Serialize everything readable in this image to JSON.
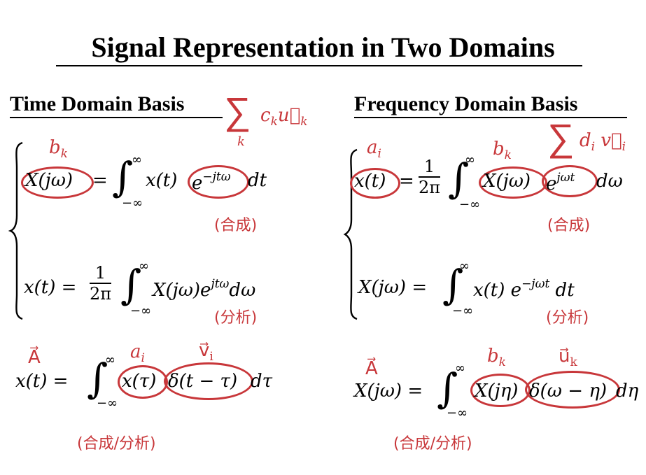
{
  "title": "Signal Representation in Two Domains",
  "time_domain": {
    "heading": "Time Domain Basis",
    "sum_symbol": "∑",
    "sum_expr": "c",
    "sum_sub": "k",
    "sum_vec": "u⃗",
    "sum_vec_sub": "k",
    "sum_index": "k",
    "label_bk": "b",
    "label_bk_sub": "k",
    "eq1_lhs": "X(jω)",
    "eq1_rest": "= ",
    "eq1_fx": "x(t)",
    "eq1_kernel": "e",
    "eq1_kernel_sup": "−jtω",
    "eq1_dt": "dt",
    "eq1_note": "(合成)",
    "eq2_lhs": "x(t) = ",
    "eq2_num": "1",
    "eq2_den": "2π",
    "eq2_body": "X(jω)e",
    "eq2_sup": "jtω",
    "eq2_end": "dω",
    "eq2_note": "(分析)",
    "eq3_vecA": "A⃗",
    "eq3_lhs": "x(t) = ",
    "eq3_label_ai": "a",
    "eq3_label_ai_sub": "i",
    "eq3_label_vi": "v⃗",
    "eq3_label_vi_sub": "i",
    "eq3_term1": "x(τ)",
    "eq3_term2": "δ(t − τ)",
    "eq3_end": "dτ",
    "eq3_note": "(合成/分析)"
  },
  "freq_domain": {
    "heading": "Frequency Domain Basis",
    "sum_symbol": "∑",
    "sum_expr": "d",
    "sum_sub": "i",
    "sum_vec": "v⃗",
    "sum_vec_sub": "i",
    "label_ai": "a",
    "label_ai_sub": "i",
    "label_bk": "b",
    "label_bk_sub": "k",
    "eq1_lhs": "x(t)",
    "eq1_eq": "=",
    "eq1_num": "1",
    "eq1_den": "2π",
    "eq1_term": "X(jω)",
    "eq1_kernel": "e",
    "eq1_kernel_sup": "jωt",
    "eq1_end": "dω",
    "eq1_note": "(合成)",
    "eq2_lhs": "X(jω) = ",
    "eq2_body": "x(t) e",
    "eq2_sup": "−jωt",
    "eq2_end": "dt",
    "eq2_note": "(分析)",
    "eq3_vecA": "A⃗",
    "eq3_lhs": "X(jω) = ",
    "eq3_label_bk": "b",
    "eq3_label_bk_sub": "k",
    "eq3_label_uk": "u⃗",
    "eq3_label_uk_sub": "k",
    "eq3_term1": "X(jη)",
    "eq3_term2": "δ(ω − η)",
    "eq3_end": "dη",
    "eq3_note": "(合成/分析)"
  },
  "integral": {
    "symbol": "∫",
    "upper": "∞",
    "lower": "−∞"
  },
  "colors": {
    "annotation_red": "#c8373a",
    "text": "#000000",
    "background": "#ffffff"
  }
}
